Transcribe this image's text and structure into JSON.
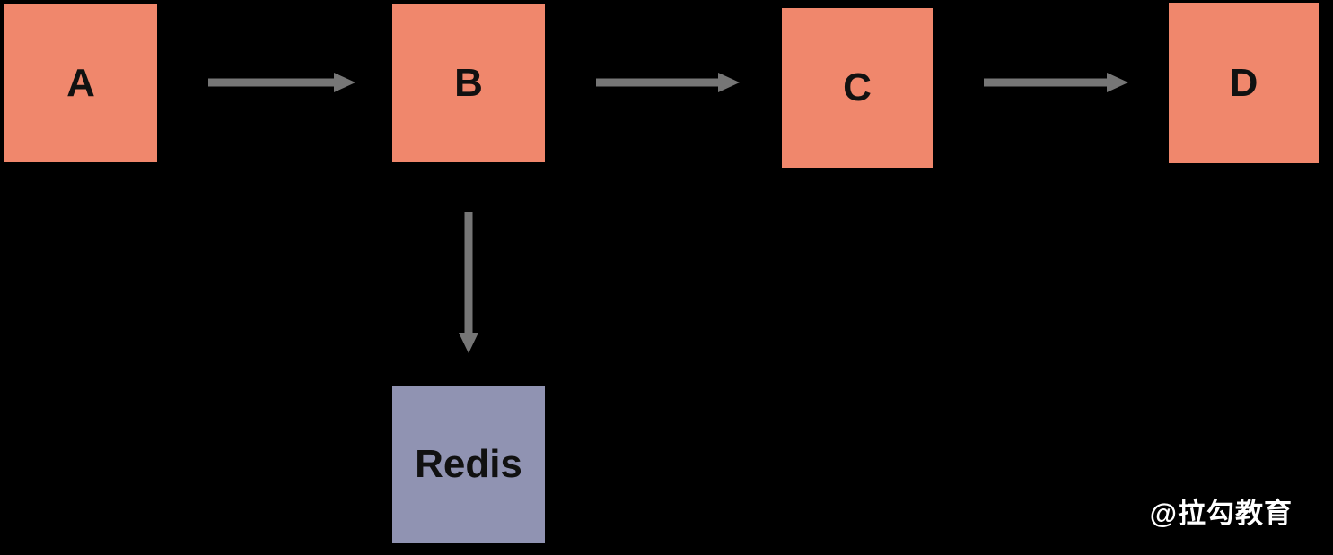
{
  "colors": {
    "background": "#000000",
    "node-orange": "#F0876C",
    "node-redis": "#9093B2",
    "arrow-gray": "#767676",
    "node-text": "#111111",
    "watermark-text": "#FFFFFF"
  },
  "diagram": {
    "type": "flow",
    "nodes": [
      {
        "id": "A",
        "label": "A",
        "color": "#F0876C"
      },
      {
        "id": "B",
        "label": "B",
        "color": "#F0876C"
      },
      {
        "id": "C",
        "label": "C",
        "color": "#F0876C"
      },
      {
        "id": "D",
        "label": "D",
        "color": "#F0876C"
      },
      {
        "id": "Redis",
        "label": "Redis",
        "color": "#9093B2"
      }
    ],
    "edges": [
      {
        "from": "A",
        "to": "B",
        "direction": "right"
      },
      {
        "from": "B",
        "to": "C",
        "direction": "right"
      },
      {
        "from": "C",
        "to": "D",
        "direction": "right"
      },
      {
        "from": "B",
        "to": "Redis",
        "direction": "down"
      }
    ]
  },
  "watermark": {
    "text": "@拉勾教育"
  }
}
